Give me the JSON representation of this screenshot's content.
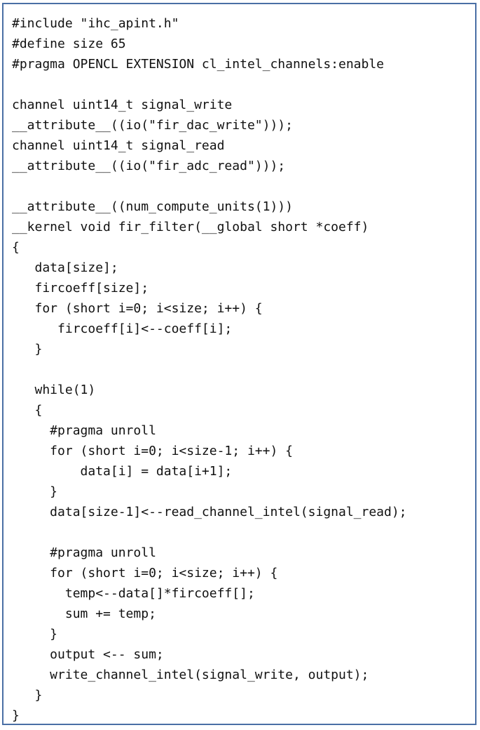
{
  "code": {
    "lines": [
      "#include \"ihc_apint.h\"",
      "#define size 65",
      "#pragma OPENCL EXTENSION cl_intel_channels:enable",
      "",
      "channel uint14_t signal_write",
      "__attribute__((io(\"fir_dac_write\")));",
      "channel uint14_t signal_read",
      "__attribute__((io(\"fir_adc_read\")));",
      "",
      "__attribute__((num_compute_units(1)))",
      "__kernel void fir_filter(__global short *coeff)",
      "{",
      "   data[size];",
      "   fircoeff[size];",
      "   for (short i=0; i<size; i++) {",
      "      fircoeff[i]<--coeff[i];",
      "   }",
      "",
      "   while(1)",
      "   {",
      "     #pragma unroll",
      "     for (short i=0; i<size-1; i++) {",
      "         data[i] = data[i+1];",
      "     }",
      "     data[size-1]<--read_channel_intel(signal_read);",
      "",
      "     #pragma unroll",
      "     for (short i=0; i<size; i++) {",
      "       temp<--data[]*fircoeff[];",
      "       sum += temp;",
      "     }",
      "     output <-- sum;",
      "     write_channel_intel(signal_write, output);",
      "   }",
      "}"
    ]
  }
}
